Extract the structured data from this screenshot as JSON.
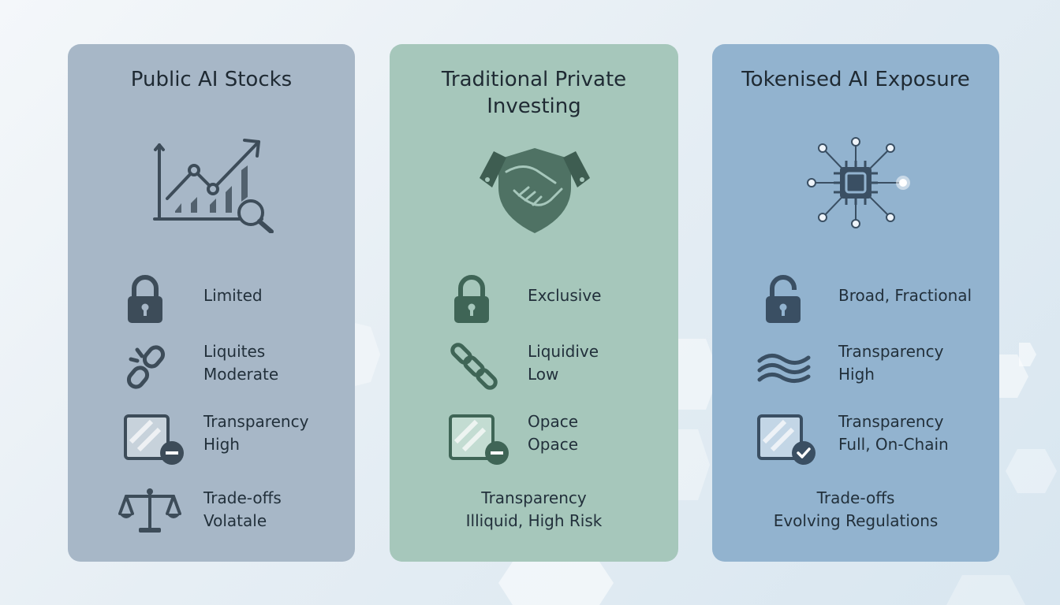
{
  "colors": {
    "card_public": "#a7b7c7",
    "card_private": "#a6c7bb",
    "card_tokenised": "#92b3cf",
    "icon_dark": "#3d4c59"
  },
  "columns": [
    {
      "title": "Public AI Stocks",
      "hero_icon": "chart-magnifier-icon",
      "rows": [
        {
          "icon": "lock-icon",
          "lines": [
            "Limited"
          ]
        },
        {
          "icon": "broken-chain-icon",
          "lines": [
            "Liquites",
            "Moderate"
          ]
        },
        {
          "icon": "glass-minus-icon",
          "lines": [
            "Transparency",
            "High"
          ]
        },
        {
          "icon": "scale-icon",
          "lines": [
            "Trade-offs",
            "Volatale"
          ]
        }
      ]
    },
    {
      "title_lines": [
        "Traditional Private",
        "Investing"
      ],
      "hero_icon": "handshake-shield-icon",
      "rows": [
        {
          "icon": "lock-icon",
          "lines": [
            "Exclusive"
          ]
        },
        {
          "icon": "chain-icon",
          "lines": [
            "Liquidive",
            "Low"
          ]
        },
        {
          "icon": "glass-minus-icon",
          "lines": [
            "Opace",
            "Opace"
          ]
        }
      ],
      "footer_lines": [
        "Transparency",
        "Illiquid, High Risk"
      ]
    },
    {
      "title": "Tokenised AI Exposure",
      "hero_icon": "chip-network-icon",
      "rows": [
        {
          "icon": "unlock-icon",
          "lines": [
            "Broad, Fractional"
          ]
        },
        {
          "icon": "waves-icon",
          "lines": [
            "Transparency",
            "High"
          ]
        },
        {
          "icon": "glass-check-icon",
          "lines": [
            "Transparency",
            "Full, On-Chain"
          ]
        }
      ],
      "footer_lines": [
        "Trade-offs",
        "Evolving Regulations"
      ]
    }
  ]
}
